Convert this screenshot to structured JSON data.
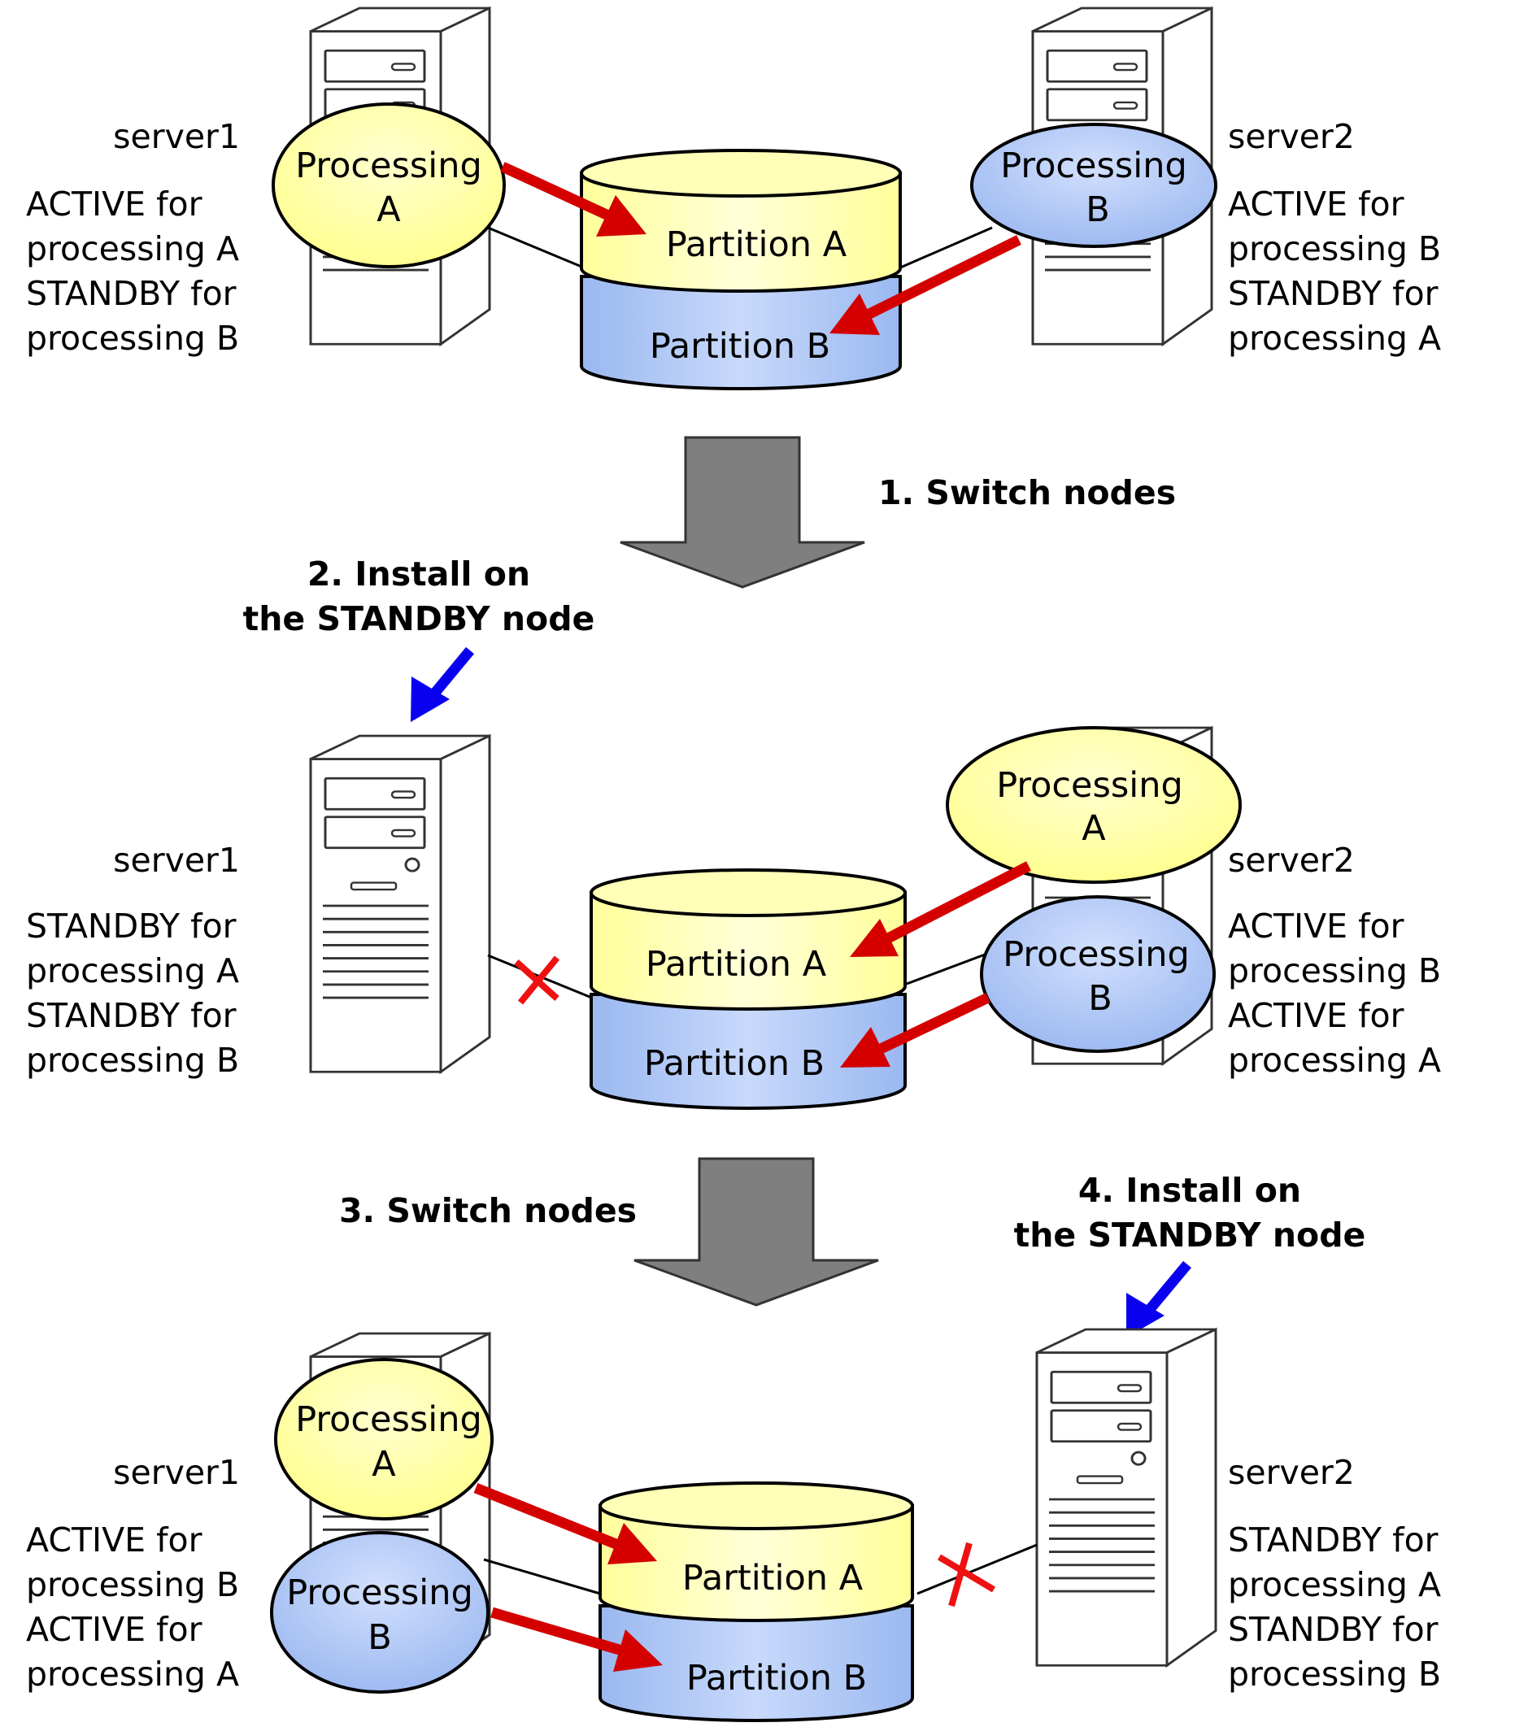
{
  "stage1": {
    "left_server": {
      "name": "server1",
      "status": [
        "ACTIVE for",
        "processing A",
        "STANDBY for",
        "processing B"
      ]
    },
    "right_server": {
      "name": "server2",
      "status": [
        "ACTIVE for",
        "processing B",
        "STANDBY for",
        "processing A"
      ]
    },
    "bubble_a": [
      "Processing",
      "A"
    ],
    "bubble_b": [
      "Processing",
      "B"
    ],
    "partition_a": "Partition A",
    "partition_b": "Partition B"
  },
  "step1": {
    "label": "1. Switch nodes"
  },
  "step2": {
    "label": [
      "2. Install on",
      "the STANDBY node"
    ]
  },
  "stage2": {
    "left_server": {
      "name": "server1",
      "status": [
        "STANDBY for",
        "processing A",
        "STANDBY for",
        "processing B"
      ]
    },
    "right_server": {
      "name": "server2",
      "status": [
        "ACTIVE for",
        "processing B",
        "ACTIVE for",
        "processing A"
      ]
    },
    "bubble_a": [
      "Processing",
      "A"
    ],
    "bubble_b": [
      "Processing",
      "B"
    ],
    "partition_a": "Partition A",
    "partition_b": "Partition B"
  },
  "step3": {
    "label": "3. Switch nodes"
  },
  "step4": {
    "label": [
      "4. Install on",
      "the STANDBY node"
    ]
  },
  "stage3": {
    "left_server": {
      "name": "server1",
      "status": [
        "ACTIVE for",
        "processing B",
        "ACTIVE for",
        "processing A"
      ]
    },
    "right_server": {
      "name": "server2",
      "status": [
        "STANDBY for",
        "processing A",
        "STANDBY for",
        "processing B"
      ]
    },
    "bubble_a": [
      "Processing",
      "A"
    ],
    "bubble_b": [
      "Processing",
      "B"
    ],
    "partition_a": "Partition A",
    "partition_b": "Partition B"
  },
  "colors": {
    "yellow_fill": "#ffff9f",
    "blue_fill": "#a9c4f5",
    "red_arrow": "#d40000",
    "blue_arrow": "#0a00f0",
    "gray_arrow": "#7f7f7f",
    "cross": "#ee1111"
  }
}
